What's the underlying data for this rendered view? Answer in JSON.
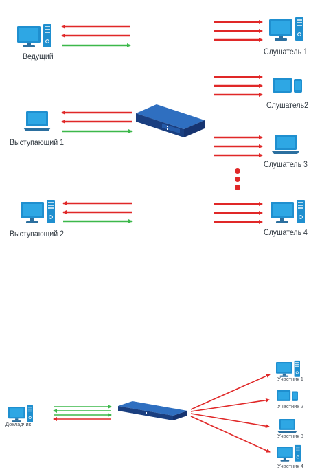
{
  "diagram_top": {
    "presenter": "Ведущий",
    "speakers": [
      "Выступающий 1",
      "Выступающий 2"
    ],
    "listeners": [
      "Слушатель 1",
      "Слушатель2",
      "Слушатель 3",
      "Слушатель 4"
    ]
  },
  "diagram_bottom": {
    "speaker": "Докладчик",
    "participants": [
      "Участник 1",
      "Участник 2",
      "Участник 3",
      "Участник 4"
    ]
  },
  "colors": {
    "incoming_arrow": "#e02828",
    "outgoing_arrow": "#3cb84a",
    "device_blue": "#1f8fcf",
    "server_blue": "#1e4f9c"
  },
  "icons": [
    "desktop-computer-icon",
    "laptop-icon",
    "tablet-phone-icon",
    "server-icon"
  ]
}
